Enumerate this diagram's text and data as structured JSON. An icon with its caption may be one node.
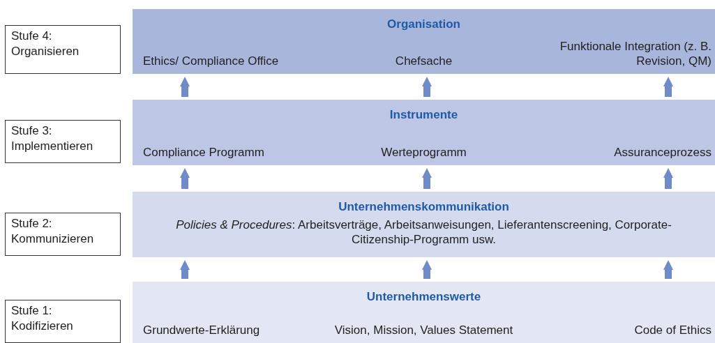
{
  "diagram": {
    "nodes": [
      {
        "text": [
          "Stufe 4: Organisieren"
        ]
      },
      {
        "text": [
          "Organisation",
          "Ethics/ Compliance Office",
          "Chefsache",
          "Funktionale Integration (z. B. Revision, QM)"
        ]
      },
      {
        "text": [
          "Stufe 3: Implementieren"
        ]
      },
      {
        "text": [
          "Instrumente",
          "Compliance Programm",
          "Werteprogramm",
          "Assuranceprozess"
        ]
      },
      {
        "text": [
          "Stufe 2: Kommunizieren"
        ]
      },
      {
        "text": [
          "Unternehmenskommunikation",
          "*Policies & Procedures*: Arbeitsverträge, Arbeitsanweisungen, Lieferantenscreening, Corporate-Citizenship-Programm usw."
        ]
      },
      {
        "text": [
          "Stufe 1: Kodifizieren"
        ]
      },
      {
        "text": [
          "Unternehmenswerte",
          "Grundwerte-Erklärung",
          "Vision, Mission, Values Statement",
          "Code of Ethics"
        ]
      }
    ],
    "edges": [
      {
        "from": 7,
        "to": 5,
        "arrow": "to"
      },
      {
        "from": 7,
        "to": 5,
        "arrow": "to"
      },
      {
        "from": 7,
        "to": 5,
        "arrow": "to"
      },
      {
        "from": 5,
        "to": 3,
        "arrow": "to"
      },
      {
        "from": 5,
        "to": 3,
        "arrow": "to"
      },
      {
        "from": 5,
        "to": 3,
        "arrow": "to"
      },
      {
        "from": 3,
        "to": 1,
        "arrow": "to"
      },
      {
        "from": 3,
        "to": 1,
        "arrow": "to"
      },
      {
        "from": 3,
        "to": 1,
        "arrow": "to"
      }
    ]
  }
}
